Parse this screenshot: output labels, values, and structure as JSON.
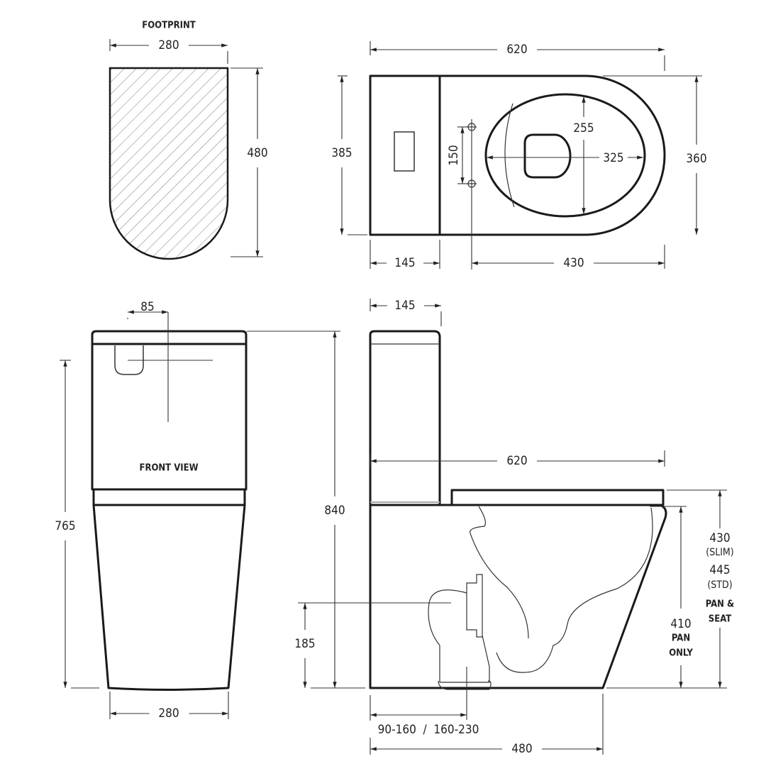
{
  "labels": {
    "footprint": "FOOTPRINT",
    "front_view": "FRONT VIEW",
    "pan_and": "PAN &",
    "seat": "SEAT",
    "pan": "PAN",
    "only": "ONLY",
    "slim": "(SLIM)",
    "std": "(STD)"
  },
  "dimensions": {
    "footprint_width": "280",
    "footprint_depth": "480",
    "top_length": "620",
    "top_tank_depth": "385",
    "top_width": "360",
    "top_tank_length": "145",
    "top_pan_length": "430",
    "fixing_holes": "150",
    "seat_inner_width": "255",
    "seat_inner_length": "325",
    "front_outlet_offset": "85",
    "front_height": "765",
    "front_base_width": "280",
    "side_tank_depth": "145",
    "side_height": "840",
    "side_length": "620",
    "outlet_height": "185",
    "set_out": "90-160  /  160-230",
    "base_length": "480",
    "pan_only_height": "410",
    "pan_seat_slim": "430",
    "pan_seat_std": "445"
  }
}
